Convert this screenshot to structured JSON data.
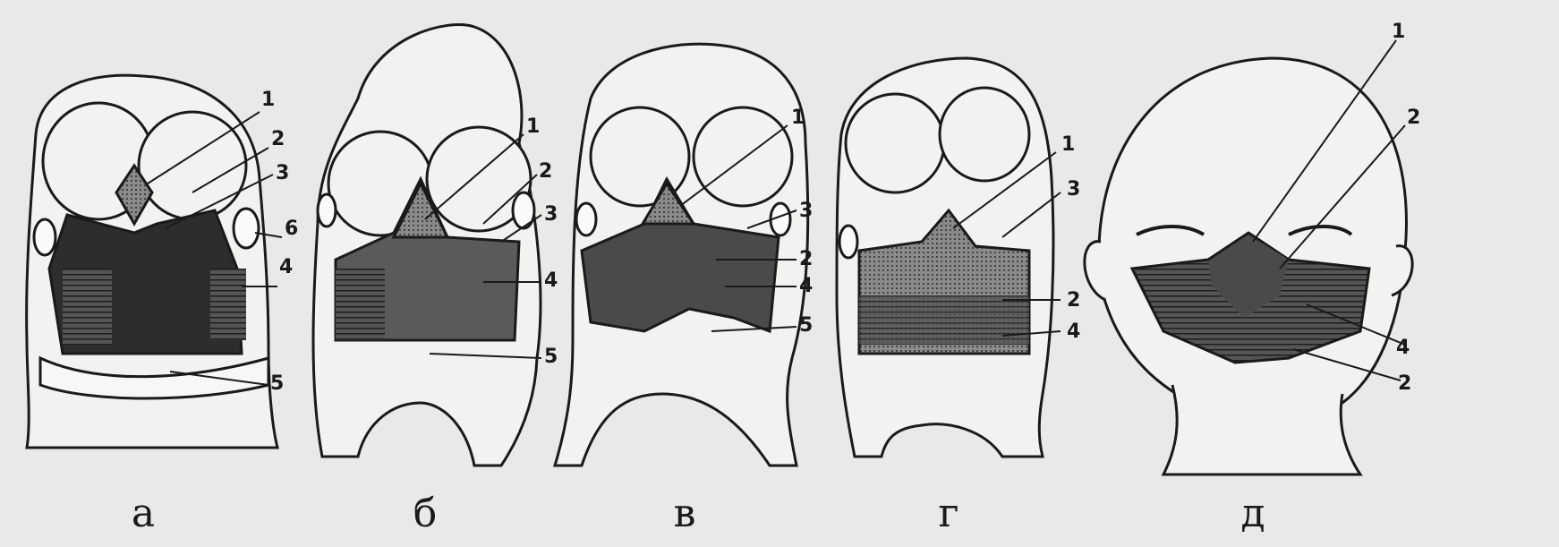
{
  "panels": [
    {
      "label": "а",
      "callouts": [
        "1",
        "2",
        "3",
        "6",
        "4",
        "5"
      ]
    },
    {
      "label": "б",
      "callouts": [
        "1",
        "2",
        "3",
        "4",
        "5"
      ]
    },
    {
      "label": "в",
      "callouts": [
        "1",
        "3",
        "2",
        "4",
        "5"
      ]
    },
    {
      "label": "г",
      "callouts": [
        "1",
        "3",
        "2",
        "4"
      ]
    },
    {
      "label": "д",
      "callouts": [
        "1",
        "2",
        "4",
        "2"
      ]
    }
  ]
}
